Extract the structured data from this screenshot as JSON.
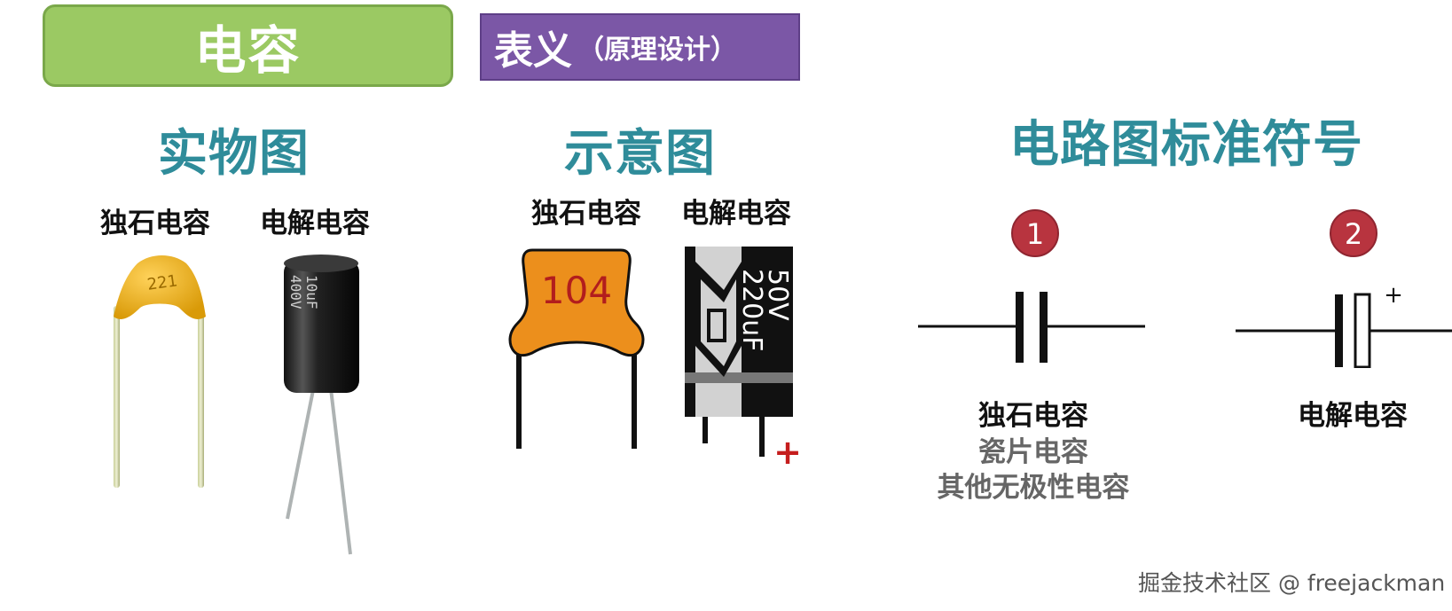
{
  "header": {
    "title": "电容",
    "badge_main": "表义",
    "badge_sub": "（原理设计）"
  },
  "photo_section": {
    "heading": "实物图",
    "label_ceramic": "独石电容",
    "label_electrolytic": "电解电容",
    "ceramic_marking": "221",
    "electrolytic_marking_1": "10uF",
    "electrolytic_marking_2": "400V"
  },
  "sketch_section": {
    "heading": "示意图",
    "label_ceramic": "独石电容",
    "label_electrolytic": "电解电容",
    "ceramic_value": "104",
    "electrolytic_voltage": "50V",
    "electrolytic_capacitance": "220uF",
    "polarity_mark": "+"
  },
  "symbol_section": {
    "heading": "电路图标准符号",
    "symbol1": {
      "number": "1",
      "caption_main": "独石电容",
      "caption_alt1": "瓷片电容",
      "caption_alt2": "其他无极性电容"
    },
    "symbol2": {
      "number": "2",
      "polarity": "+",
      "caption_main": "电解电容"
    }
  },
  "watermark": "掘金技术社区 @ freejackman",
  "colors": {
    "green": "#9bc963",
    "purple": "#7b57a6",
    "teal": "#2f8c9a",
    "red_badge": "#b8343f",
    "orange": "#ec8f1c"
  }
}
